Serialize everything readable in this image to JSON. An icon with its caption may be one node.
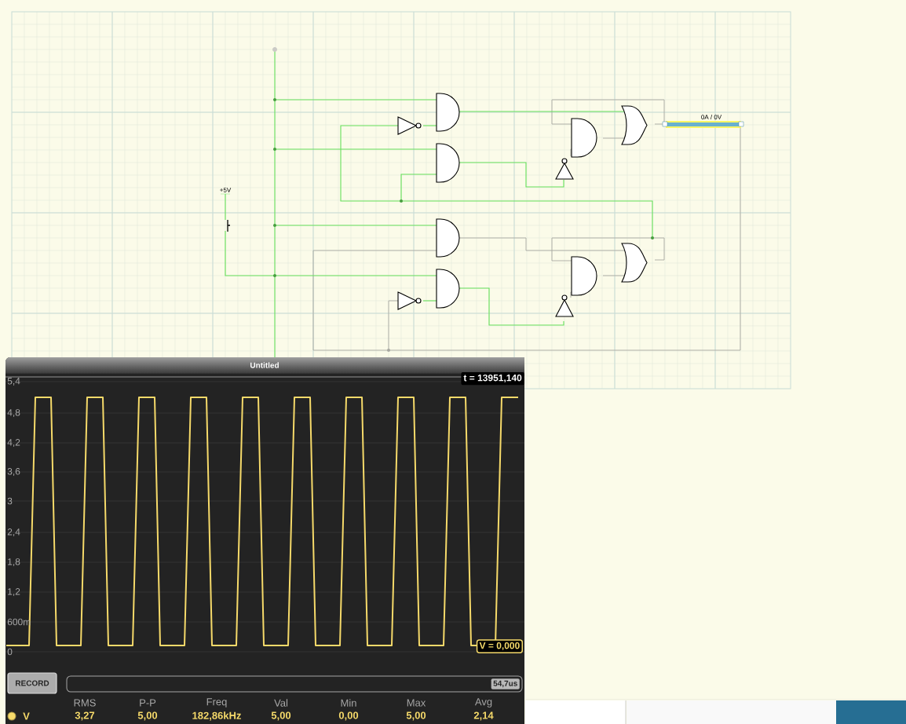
{
  "diagram": {
    "labels": [
      "0A / 0V",
      "+5V",
      "Untitled",
      "t = 13951,140",
      "5,4",
      "4,8",
      "4,2",
      "3,6",
      "3",
      "2,4",
      "1,8",
      "1,2",
      "600m",
      "0",
      "V = 0,000",
      "RECORD",
      "54,7us",
      "RMS",
      "P-P",
      "Freq",
      "Val",
      "Min",
      "Max",
      "Avg",
      "V",
      "3,27",
      "5,00",
      "182,86kHz",
      "5,00",
      "0,00",
      "5,00",
      "2,14"
    ]
  }
}
